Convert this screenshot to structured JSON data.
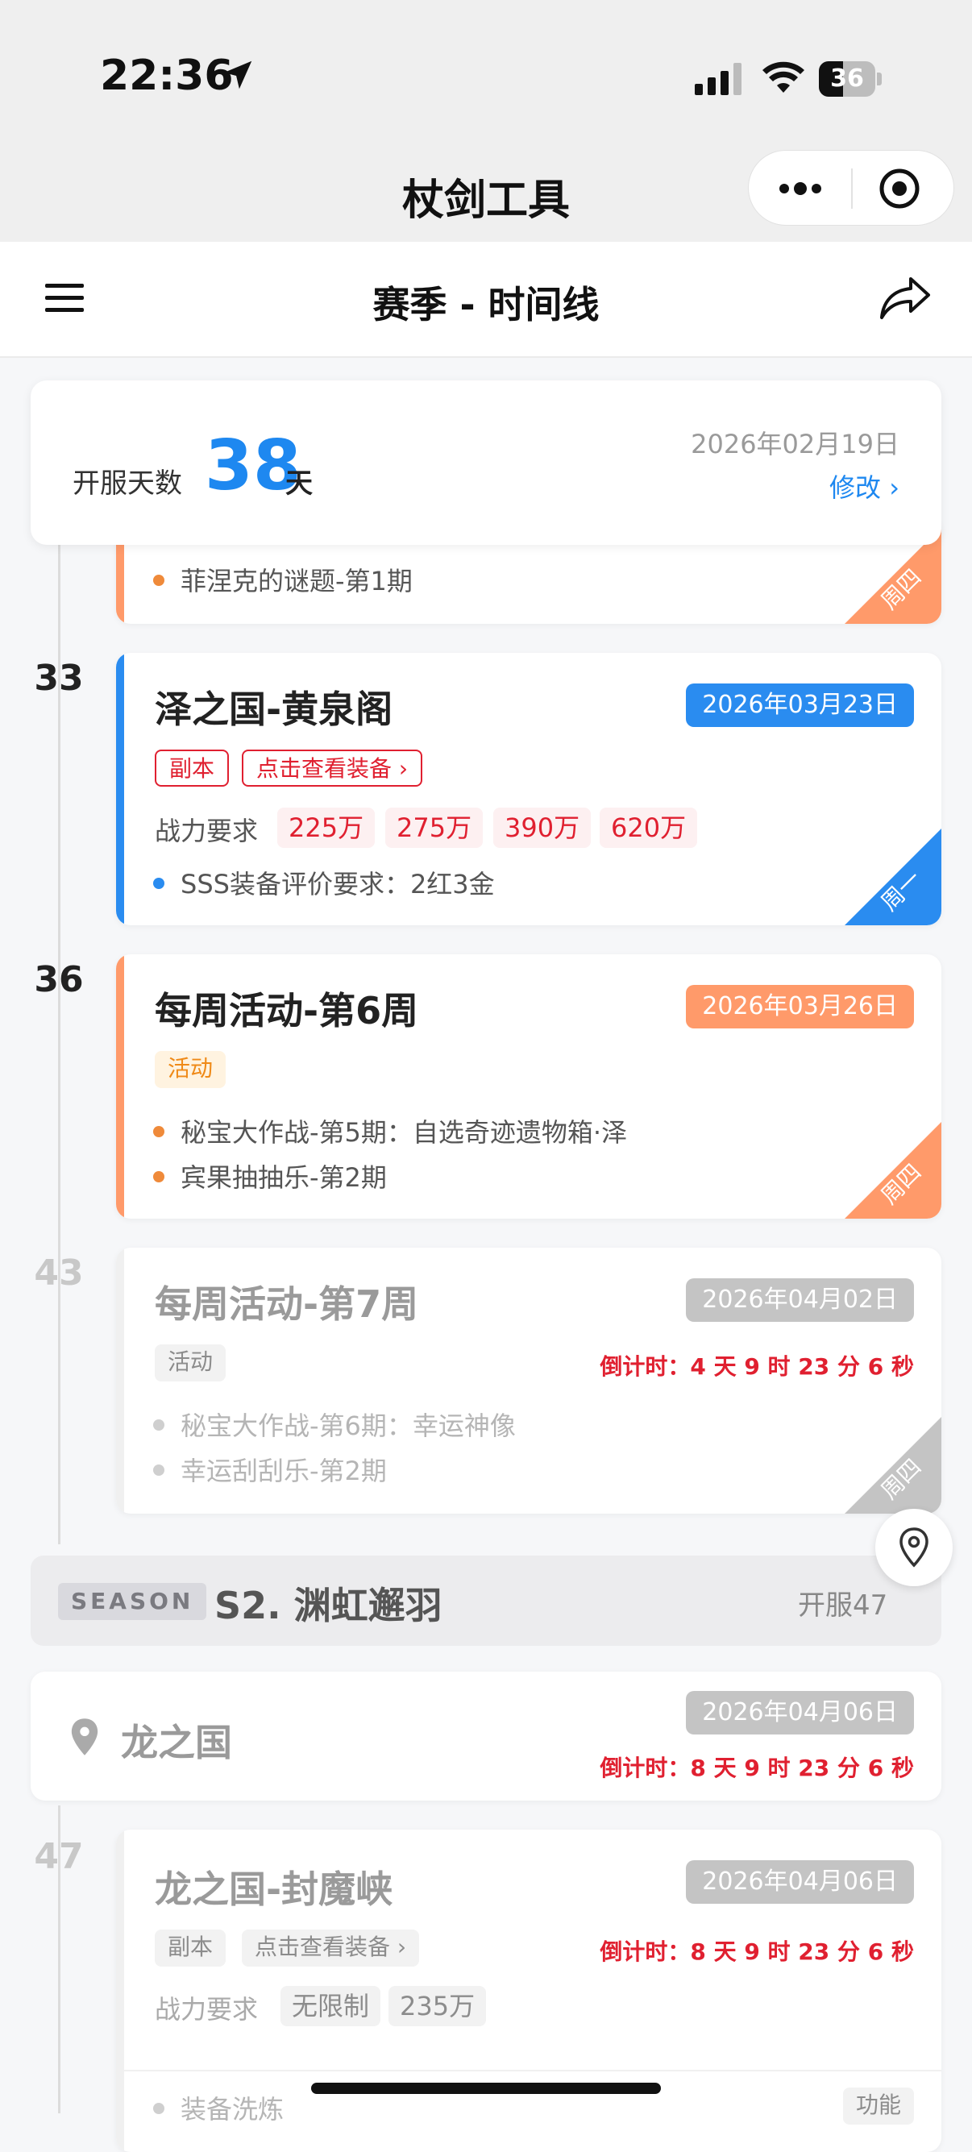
{
  "status": {
    "time": "22:36",
    "battery": "36"
  },
  "app": {
    "title": "杖剑工具"
  },
  "nav": {
    "title": "赛季 - 时间线"
  },
  "header": {
    "days_label": "开服天数",
    "days_value": "38",
    "days_unit": "天",
    "date": "2026年02月19日",
    "modify": "修改"
  },
  "partial_card": {
    "bullet": "菲涅克的谜题-第1期",
    "corner": "周四"
  },
  "cards": [
    {
      "day": "33",
      "title": "泽之国-黄泉阁",
      "date": "2026年03月23日",
      "tags": [
        "副本",
        "点击查看装备"
      ],
      "power_label": "战力要求",
      "power": [
        "225万",
        "275万",
        "390万",
        "620万"
      ],
      "bullets": [
        "SSS装备评价要求：2红3金"
      ],
      "corner": "周一",
      "accent": "#2a8cf0"
    },
    {
      "day": "36",
      "title": "每周活动-第6周",
      "date": "2026年03月26日",
      "tags": [
        "活动"
      ],
      "bullets": [
        "秘宝大作战-第5期：自选奇迹遗物箱·泽",
        "宾果抽抽乐-第2期"
      ],
      "corner": "周四",
      "accent": "#ff9a6a"
    },
    {
      "day": "43",
      "title": "每周活动-第7周",
      "date": "2026年04月02日",
      "tags": [
        "活动"
      ],
      "countdown": "倒计时：4 天 9 时 23 分 6 秒",
      "bullets": [
        "秘宝大作战-第6期：幸运神像",
        "幸运刮刮乐-第2期"
      ],
      "corner": "周四",
      "accent": "#cfcfcf"
    }
  ],
  "season": {
    "tag": "SEASON",
    "name": "S2. 渊虹邂羽",
    "right": "开服47"
  },
  "location_card": {
    "name": "龙之国",
    "date": "2026年04月06日",
    "countdown": "倒计时：8 天 9 时 23 分 6 秒"
  },
  "card47": {
    "day": "47",
    "title": "龙之国-封魔峡",
    "date": "2026年04月06日",
    "tags": [
      "副本",
      "点击查看装备"
    ],
    "countdown": "倒计时：8 天 9 时 23 分 6 秒",
    "power_label": "战力要求",
    "power": [
      "无限制",
      "235万"
    ],
    "bullet": "装备洗炼",
    "side_tag": "功能"
  },
  "colors": {
    "blue": "#2a8cf0",
    "orange": "#ff9a6a",
    "red": "#e02030",
    "grey": "#c4c4c4"
  }
}
